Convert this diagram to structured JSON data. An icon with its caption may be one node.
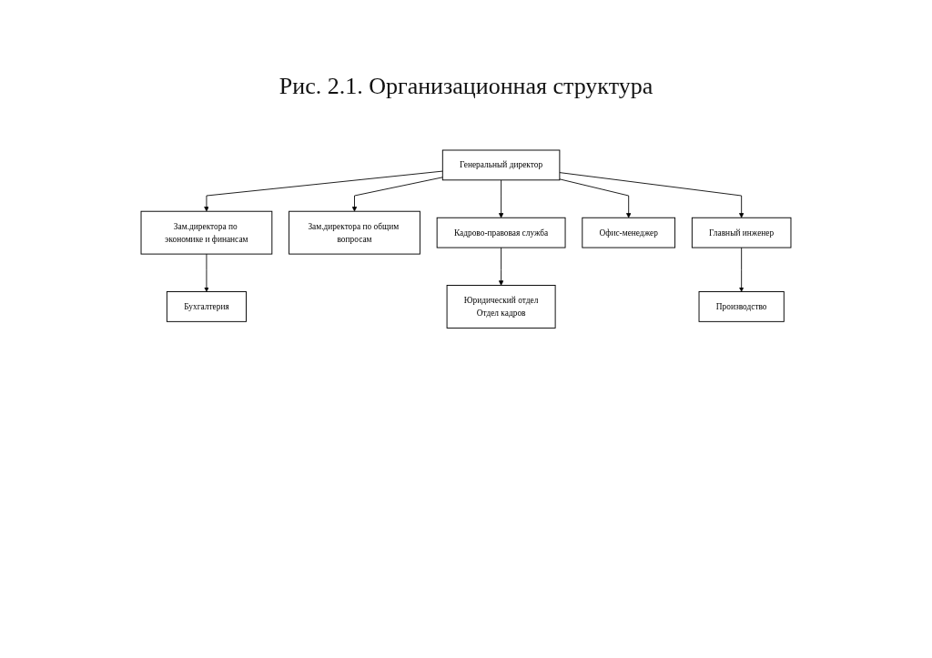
{
  "diagram": {
    "title": "Рис. 2.1. Организационная структура",
    "nodes": [
      {
        "text": [
          "Генеральный директор"
        ]
      },
      {
        "text": [
          "Зам.директора по экономике и финансам"
        ]
      },
      {
        "text": [
          "Зам.директора по общим вопросам"
        ]
      },
      {
        "text": [
          "Главный инженер"
        ]
      },
      {
        "text": [
          "Бухгалтерия"
        ]
      },
      {
        "text": [
          "Офис-менеджер"
        ]
      },
      {
        "text": [
          "Кадрово-правовая служба"
        ]
      },
      {
        "text": [
          "Производство"
        ]
      },
      {
        "text": [
          "Юридический отдел",
          "Отдел кадров"
        ]
      }
    ],
    "edges": [
      {
        "from": 0,
        "to": 1,
        "arrow": "to"
      },
      {
        "from": 0,
        "to": 5,
        "arrow": "to"
      },
      {
        "from": 0,
        "to": 2,
        "arrow": "to"
      },
      {
        "from": 0,
        "to": 6,
        "arrow": "to"
      },
      {
        "from": 0,
        "to": 3,
        "arrow": "to"
      },
      {
        "from": 1,
        "to": 4,
        "arrow": "to"
      },
      {
        "from": 6,
        "to": 8,
        "arrow": "to"
      },
      {
        "from": 3,
        "to": 7,
        "arrow": "to"
      }
    ]
  }
}
